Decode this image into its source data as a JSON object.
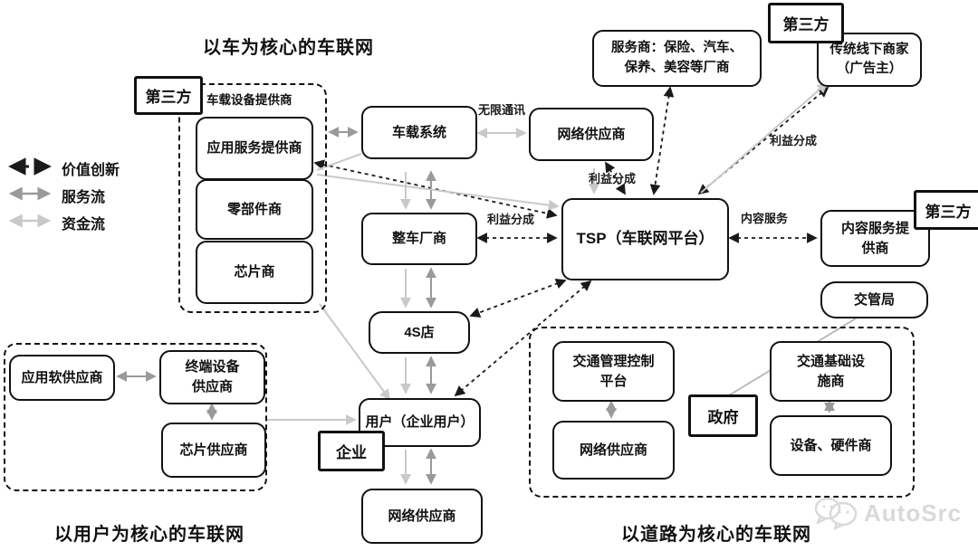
{
  "title_car": "以车为核心的车联网",
  "caption_user": "以用户为核心的车联网",
  "caption_road": "以道路为核心的车联网",
  "legend": {
    "value_innovation": "价值创新",
    "service_flow": "服务流",
    "capital_flow": "资金流"
  },
  "tags": {
    "third_party_left": "第三方",
    "third_party_top": "第三方",
    "third_party_right": "第三方",
    "enterprise": "企业",
    "government": "政府"
  },
  "groups": {
    "vehicle_device_provider": "车载设备提供商"
  },
  "nodes": {
    "app_service_provider": "应用服务提供商",
    "parts_maker": "零部件商",
    "chip_maker": "芯片商",
    "vehicle_system": "车载系统",
    "network_provider_top": "网络供应商",
    "service_providers_line1": "服务商：保险、汽车、",
    "service_providers_line2": "保养、美容等厂商",
    "offline_merchants_line1": "传统线下商家",
    "offline_merchants_line2": "（广告主）",
    "tsp": "TSP（车联网平台）",
    "content_provider_line1": "内容服务提",
    "content_provider_line2": "供商",
    "traffic_bureau": "交管局",
    "oem": "整车厂商",
    "four_s_store": "4S店",
    "user": "用户（企业用户）",
    "network_provider_bottom": "网络供应商",
    "app_soft_provider": "应用软供应商",
    "terminal_supplier_line1": "终端设备",
    "terminal_supplier_line2": "供应商",
    "chip_supplier": "芯片供应商",
    "traffic_control_line1": "交通管理控制",
    "traffic_control_line2": "平台",
    "network_provider_road": "网络供应商",
    "infrastructure_line1": "交通基础设",
    "infrastructure_line2": "施商",
    "hardware_maker": "设备、硬件商"
  },
  "edge_labels": {
    "wireless_comm": "无限通讯",
    "profit_share_network": "利益分成",
    "profit_share_oem": "利益分成",
    "profit_share_offline": "利益分成",
    "content_service": "内容服务"
  },
  "watermark": "AutoSrc",
  "colors": {
    "line_value_innovation": "#1a1a1a",
    "line_service_flow": "#9a9a9a",
    "line_capital_flow": "#c9c9c9",
    "watermark": "#d9d9d9"
  }
}
